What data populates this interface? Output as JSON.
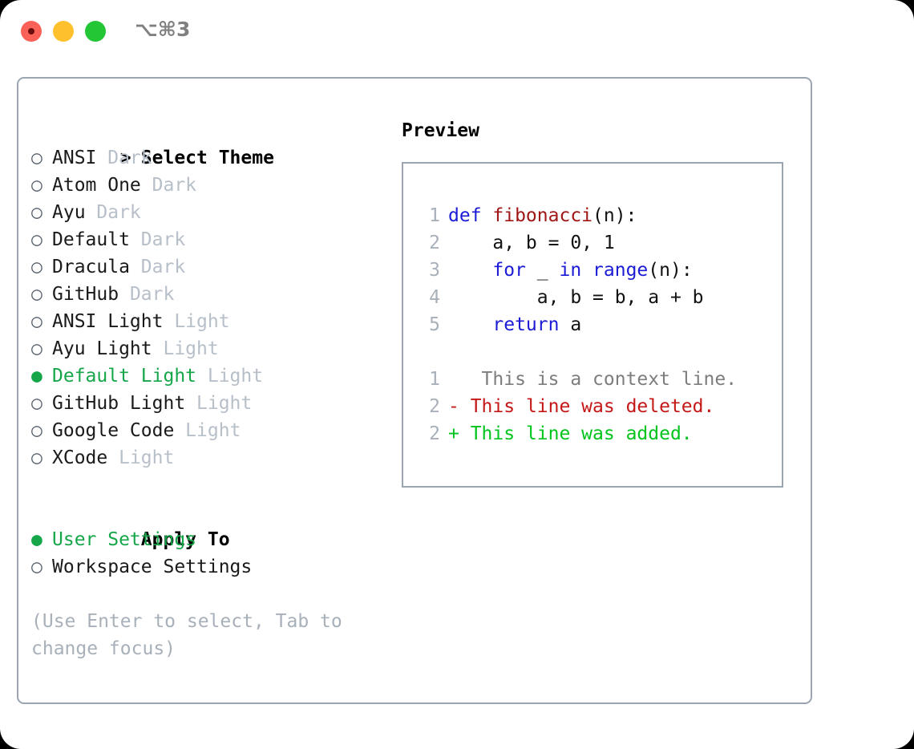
{
  "titlebar": {
    "shortcut": "⌥⌘3",
    "buttons": [
      {
        "name": "close",
        "color": "#fc6158"
      },
      {
        "name": "minimize",
        "color": "#ffc02e"
      },
      {
        "name": "maximize",
        "color": "#23c634"
      }
    ]
  },
  "theme_list": {
    "header": {
      "marker": ">",
      "label": "Select Theme"
    },
    "items": [
      {
        "marker": "○",
        "name": "ANSI",
        "tag": "Dark",
        "selected": false
      },
      {
        "marker": "○",
        "name": "Atom One",
        "tag": "Dark",
        "selected": false
      },
      {
        "marker": "○",
        "name": "Ayu",
        "tag": "Dark",
        "selected": false
      },
      {
        "marker": "○",
        "name": "Default",
        "tag": "Dark",
        "selected": false
      },
      {
        "marker": "○",
        "name": "Dracula",
        "tag": "Dark",
        "selected": false
      },
      {
        "marker": "○",
        "name": "GitHub",
        "tag": "Dark",
        "selected": false
      },
      {
        "marker": "○",
        "name": "ANSI Light",
        "tag": "Light",
        "selected": false
      },
      {
        "marker": "○",
        "name": "Ayu Light",
        "tag": "Light",
        "selected": false
      },
      {
        "marker": "●",
        "name": "Default Light",
        "tag": "Light",
        "selected": true
      },
      {
        "marker": "○",
        "name": "GitHub Light",
        "tag": "Light",
        "selected": false
      },
      {
        "marker": "○",
        "name": "Google Code",
        "tag": "Light",
        "selected": false
      },
      {
        "marker": "○",
        "name": "XCode",
        "tag": "Light",
        "selected": false
      }
    ]
  },
  "apply_to": {
    "header": {
      "marker": " ",
      "label": "Apply To"
    },
    "items": [
      {
        "marker": "●",
        "name": "User Settings",
        "selected": true
      },
      {
        "marker": "○",
        "name": "Workspace Settings",
        "selected": false
      }
    ]
  },
  "hint": "(Use Enter to select, Tab to change focus)",
  "preview": {
    "title": "Preview",
    "code_lines": [
      {
        "number": "1",
        "tokens": [
          {
            "text": "def ",
            "kind": "kw"
          },
          {
            "text": "fibonacci",
            "kind": "fn"
          },
          {
            "text": "(n):",
            "kind": "txt"
          }
        ]
      },
      {
        "number": "2",
        "tokens": [
          {
            "text": "    a, b = 0, 1",
            "kind": "txt"
          }
        ]
      },
      {
        "number": "3",
        "tokens": [
          {
            "text": "    ",
            "kind": "txt"
          },
          {
            "text": "for",
            "kind": "kw"
          },
          {
            "text": " _ ",
            "kind": "txt"
          },
          {
            "text": "in",
            "kind": "kw"
          },
          {
            "text": " ",
            "kind": "txt"
          },
          {
            "text": "range",
            "kind": "kw"
          },
          {
            "text": "(n):",
            "kind": "txt"
          }
        ]
      },
      {
        "number": "4",
        "tokens": [
          {
            "text": "        a, b = b, a + b",
            "kind": "txt"
          }
        ]
      },
      {
        "number": "5",
        "tokens": [
          {
            "text": "    ",
            "kind": "txt"
          },
          {
            "text": "return",
            "kind": "kw"
          },
          {
            "text": " a",
            "kind": "txt"
          }
        ]
      }
    ],
    "diff_lines": [
      {
        "number": "1",
        "sign": " ",
        "text": "  This is a context line.",
        "kind": "ctx"
      },
      {
        "number": "2",
        "sign": "-",
        "text": " This line was deleted.",
        "kind": "del"
      },
      {
        "number": "2",
        "sign": "+",
        "text": " This line was added.",
        "kind": "add"
      }
    ]
  },
  "colors": {
    "accent_green": "#16a64a",
    "diff_add": "#00c41c",
    "diff_delete": "#c41818",
    "keyword_blue": "#1b1bd6",
    "function_red": "#a01616",
    "muted_gray": "#b7bfc9",
    "border_gray": "#9aa5b1"
  }
}
